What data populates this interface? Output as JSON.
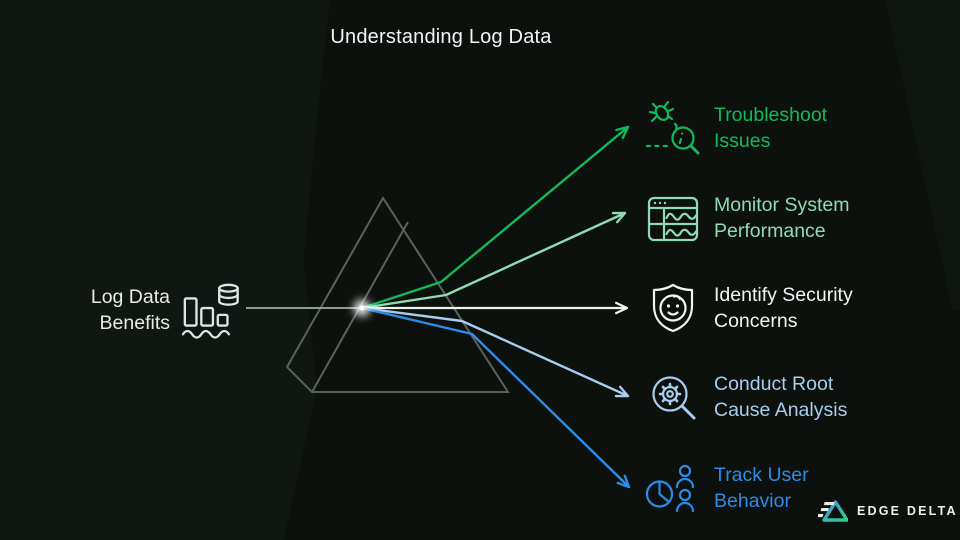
{
  "title": "Understanding Log Data",
  "source": {
    "line1": "Log Data",
    "line2": "Benefits",
    "icon": "log-data-icon",
    "color": "#e8ece9"
  },
  "benefits": [
    {
      "line1": "Troubleshoot",
      "line2": "Issues",
      "icon": "bug-magnifier-icon",
      "color": "#12b95b"
    },
    {
      "line1": "Monitor System",
      "line2": "Performance",
      "icon": "dashboard-waves-icon",
      "color": "#8fdcb4"
    },
    {
      "line1": "Identify Security",
      "line2": "Concerns",
      "icon": "shield-face-icon",
      "color": "#f2f4f2"
    },
    {
      "line1": "Conduct Root",
      "line2": "Cause Analysis",
      "icon": "gear-magnifier-icon",
      "color": "#a8cdee"
    },
    {
      "line1": "Track User",
      "line2": "Behavior",
      "icon": "pie-users-icon",
      "color": "#2d8be8"
    }
  ],
  "colors": {
    "background": "#0c110d",
    "prism_stroke": "#5a615c",
    "beam_in": "#8f9a94",
    "beam_white": "#eef2ef",
    "glow": "#ffffff"
  },
  "logo": {
    "label": "EDGE DELTA",
    "grad_start": "#4a8df0",
    "grad_end": "#2ed47f",
    "bar_color": "#e9edea"
  }
}
